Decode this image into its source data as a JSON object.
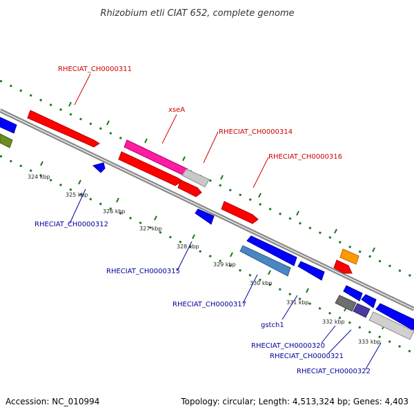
{
  "title": "Rhizobium etli CIAT 652, complete genome",
  "footer": {
    "accession": "Accession: NC_010994",
    "summary": "Topology: circular; Length: 4,513,324 bp; Genes: 4,403"
  },
  "colors": {
    "forward_label": "#cc0000",
    "reverse_label": "#000099",
    "backbone": "#8c8c8c",
    "tick_mark": "#1a7a1a"
  },
  "scale_ticks": [
    {
      "id": "kbp-324",
      "label": "324 kbp"
    },
    {
      "id": "kbp-325",
      "label": "325 kbp"
    },
    {
      "id": "kbp-326",
      "label": "326 kbp"
    },
    {
      "id": "kbp-327",
      "label": "327 kbp"
    },
    {
      "id": "kbp-328",
      "label": "328 kbp"
    },
    {
      "id": "kbp-329",
      "label": "329 kbp"
    },
    {
      "id": "kbp-330",
      "label": "330 kbp"
    },
    {
      "id": "kbp-331",
      "label": "331 kbp"
    },
    {
      "id": "kbp-332",
      "label": "332 kbp"
    },
    {
      "id": "kbp-333",
      "label": "333 kbp"
    }
  ],
  "gene_labels": [
    {
      "id": "rheciat-ch0000311",
      "text": "RHECIAT_CH0000311",
      "strand": "forward"
    },
    {
      "id": "xsea",
      "text": "xseA",
      "strand": "forward"
    },
    {
      "id": "rheciat-ch0000314",
      "text": "RHECIAT_CH0000314",
      "strand": "forward"
    },
    {
      "id": "rheciat-ch0000316",
      "text": "RHECIAT_CH0000316",
      "strand": "forward"
    },
    {
      "id": "rheciat-ch0000312",
      "text": "RHECIAT_CH0000312",
      "strand": "reverse"
    },
    {
      "id": "rheciat-ch0000315",
      "text": "RHECIAT_CH0000315",
      "strand": "reverse"
    },
    {
      "id": "rheciat-ch0000317",
      "text": "RHECIAT_CH0000317",
      "strand": "reverse"
    },
    {
      "id": "gstch1",
      "text": "gstch1",
      "strand": "reverse"
    },
    {
      "id": "rheciat-ch0000320",
      "text": "RHECIAT_CH0000320",
      "strand": "reverse"
    },
    {
      "id": "rheciat-ch0000321",
      "text": "RHECIAT_CH0000321",
      "strand": "reverse"
    },
    {
      "id": "rheciat-ch0000322",
      "text": "RHECIAT_CH0000322",
      "strand": "reverse"
    }
  ]
}
